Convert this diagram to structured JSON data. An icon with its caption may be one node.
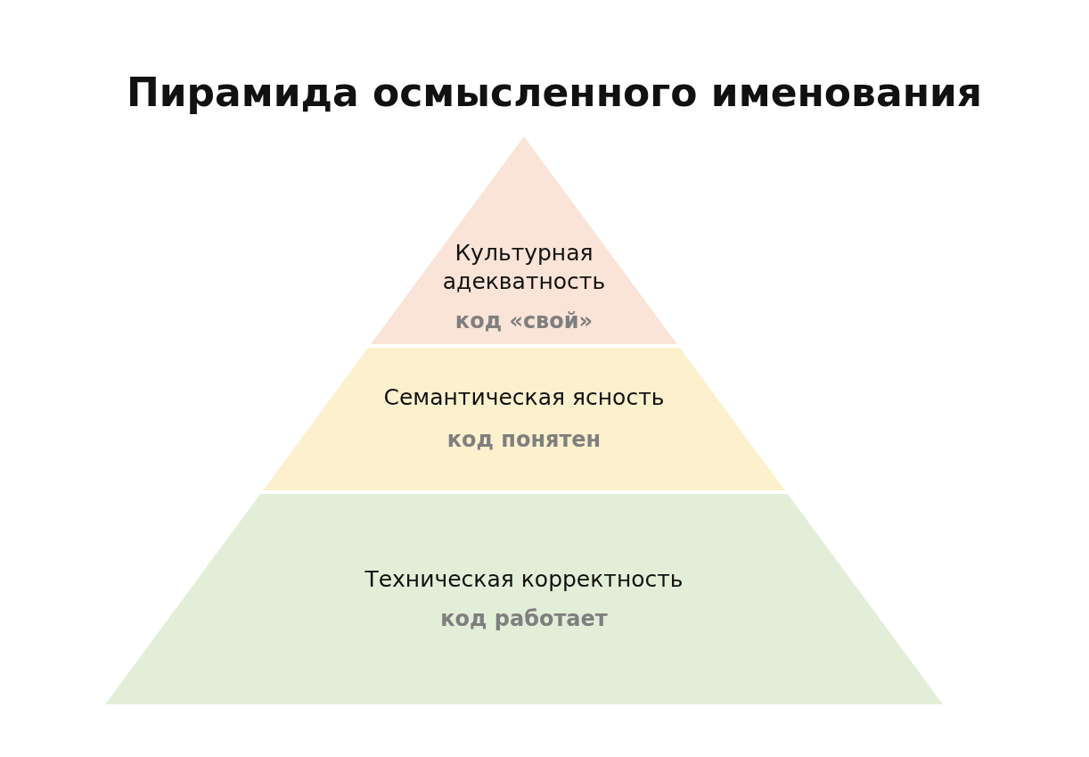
{
  "diagram": {
    "title": "Пирамида осмысленного именования",
    "nodes": [
      {
        "text": [
          "Культурная адекватность",
          "код «свой»"
        ]
      },
      {
        "text": [
          "Семантическая ясность",
          "код понятен"
        ]
      },
      {
        "text": [
          "Техническая корректность",
          "код работает"
        ]
      }
    ]
  }
}
